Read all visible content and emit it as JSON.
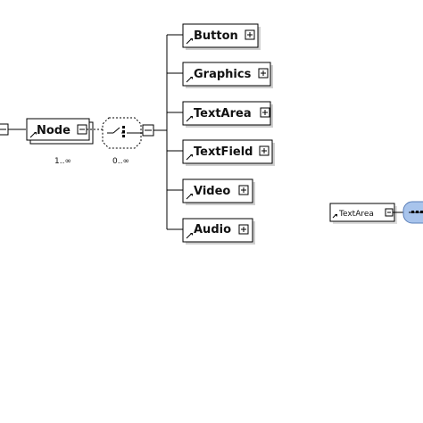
{
  "root": {
    "label": "Node",
    "cardinality": "1..∞"
  },
  "compositor": {
    "type": "choice",
    "cardinality": "0..∞"
  },
  "children": [
    {
      "label": "Button"
    },
    {
      "label": "Graphics"
    },
    {
      "label": "TextArea"
    },
    {
      "label": "TextField"
    },
    {
      "label": "Video"
    },
    {
      "label": "Audio"
    }
  ],
  "side_element": {
    "label": "TextArea"
  },
  "colors": {
    "line": "#000000",
    "box_fill": "#ffffff",
    "shadow": "#cfcfcf",
    "side_fill": "#a8c4ec",
    "side_stroke": "#5b7fb8"
  }
}
